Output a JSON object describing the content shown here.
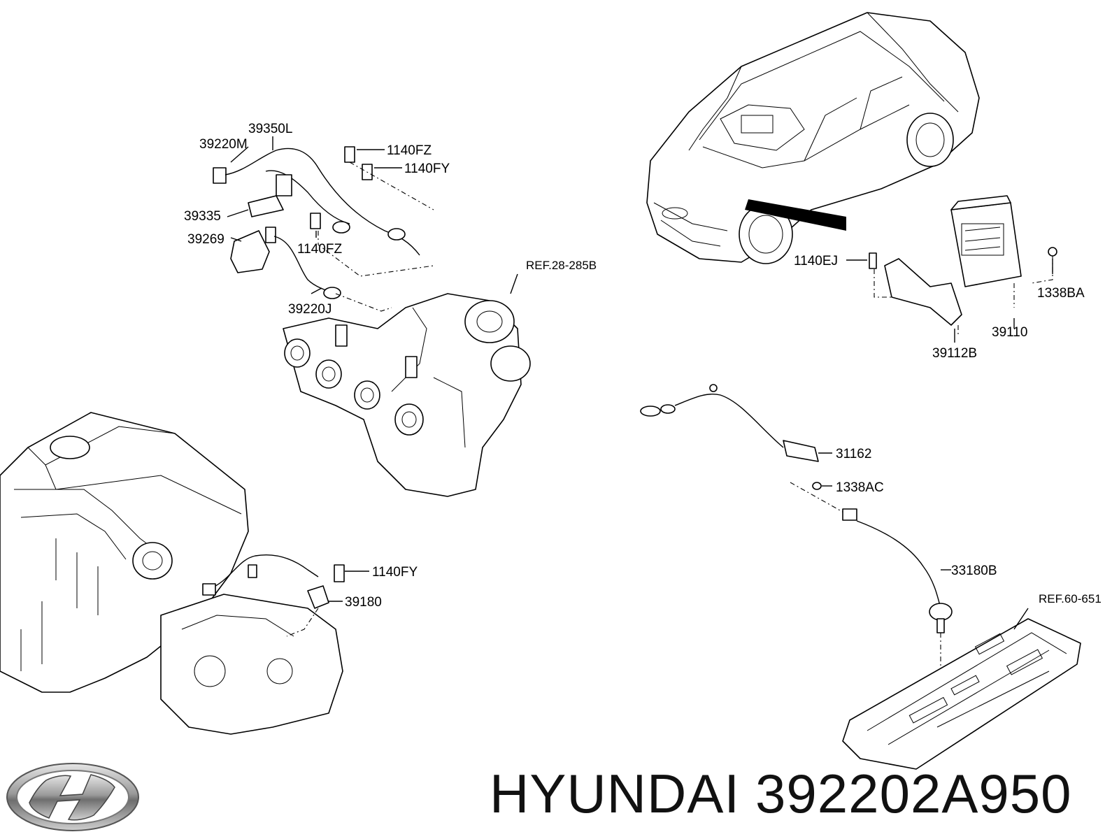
{
  "callouts": {
    "c39350L": "39350L",
    "c39220M": "39220M",
    "c1140FZ_a": "1140FZ",
    "c1140FY_a": "1140FY",
    "c39335": "39335",
    "c39269": "39269",
    "c1140FZ_b": "1140FZ",
    "c39220J": "39220J",
    "cREF28": "REF.28-285B",
    "c1140EJ": "1140EJ",
    "c1338BA": "1338BA",
    "c39110": "39110",
    "c39112B": "39112B",
    "c31162": "31162",
    "c1338AC": "1338AC",
    "c33180B": "33180B",
    "cREF60": "REF.60-651",
    "c1140FY_b": "1140FY",
    "c39180": "39180"
  },
  "footer": {
    "brand": "HYUNDAI",
    "part_number": "392202A950"
  },
  "icons": {
    "logo": "hyundai-logo-icon"
  }
}
